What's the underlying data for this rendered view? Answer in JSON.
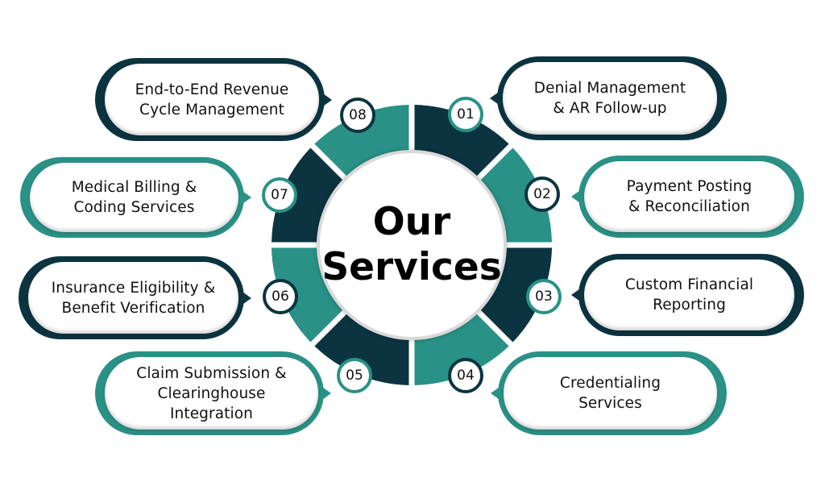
{
  "title": {
    "line1": "Our",
    "line2": "Services"
  },
  "colors": {
    "dark": "#0b3440",
    "teal": "#2a9186",
    "text": "#111111"
  },
  "services": [
    {
      "number": "01",
      "label": "Denial Management & AR Follow-up",
      "line1": "Denial Management",
      "line2": "& AR Follow-up",
      "line3": "",
      "segment_color": "dark",
      "badge_color": "teal",
      "callout_color": "dark",
      "side": "right"
    },
    {
      "number": "02",
      "label": "Payment Posting & Reconciliation",
      "line1": "Payment Posting",
      "line2": "& Reconciliation",
      "line3": "",
      "segment_color": "teal",
      "badge_color": "dark",
      "callout_color": "teal",
      "side": "right"
    },
    {
      "number": "03",
      "label": "Custom Financial Reporting",
      "line1": "Custom Financial",
      "line2": "Reporting",
      "line3": "",
      "segment_color": "dark",
      "badge_color": "teal",
      "callout_color": "dark",
      "side": "right"
    },
    {
      "number": "04",
      "label": "Credentialing Services",
      "line1": "Credentialing",
      "line2": "Services",
      "line3": "",
      "segment_color": "teal",
      "badge_color": "dark",
      "callout_color": "teal",
      "side": "right"
    },
    {
      "number": "05",
      "label": "Claim Submission & Clearinghouse Integration",
      "line1": "Claim Submission &",
      "line2": "Clearinghouse",
      "line3": "Integration",
      "segment_color": "dark",
      "badge_color": "teal",
      "callout_color": "teal",
      "side": "left"
    },
    {
      "number": "06",
      "label": "Insurance Eligibility & Benefit Verification",
      "line1": "Insurance Eligibility &",
      "line2": "Benefit Verification",
      "line3": "",
      "segment_color": "teal",
      "badge_color": "dark",
      "callout_color": "dark",
      "side": "left"
    },
    {
      "number": "07",
      "label": "Medical Billing & Coding Services",
      "line1": "Medical Billing &",
      "line2": "Coding Services",
      "line3": "",
      "segment_color": "dark",
      "badge_color": "teal",
      "callout_color": "teal",
      "side": "left"
    },
    {
      "number": "08",
      "label": "End-to-End Revenue Cycle Management",
      "line1": "End-to-End Revenue",
      "line2": "Cycle Management",
      "line3": "",
      "segment_color": "teal",
      "badge_color": "dark",
      "callout_color": "dark",
      "side": "left"
    }
  ]
}
